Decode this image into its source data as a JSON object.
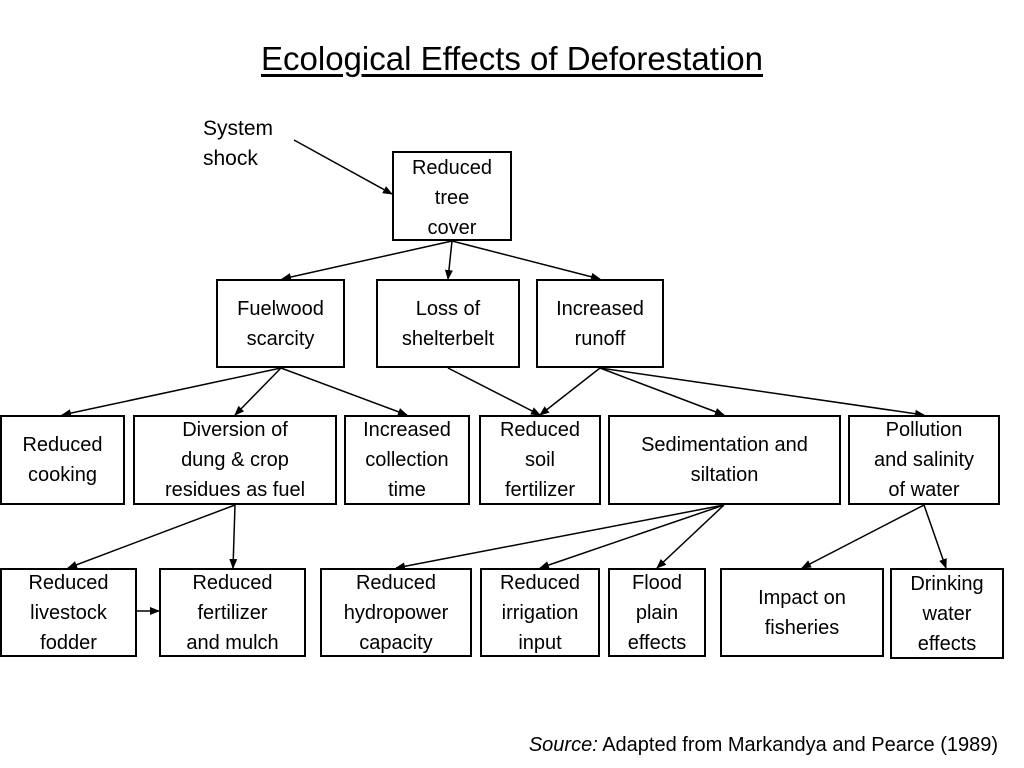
{
  "title": "Ecological Effects of Deforestation",
  "annotation": "System\nshock",
  "nodes": {
    "tree_cover": "Reduced\ntree\ncover",
    "fuelwood": "Fuelwood\nscarcity",
    "shelterbelt": "Loss of\nshelterbelt",
    "runoff": "Increased\nrunoff",
    "cooking": "Reduced\ncooking",
    "diversion": "Diversion of\ndung  & crop\nresidues  as fuel",
    "collection": "Increased\ncollection\ntime",
    "soil": "Reduced\nsoil\nfertilizer",
    "sedimentation": "Sedimentation and\nsiltation",
    "pollution": "Pollution\nand salinity\nof water",
    "livestock": "Reduced\nlivestock\nfodder",
    "fertilizer": "Reduced\nfertilizer\nand mulch",
    "hydropower": "Reduced\nhydropower\ncapacity",
    "irrigation": "Reduced\nirrigation\ninput",
    "flood": "Flood\nplain\neffects",
    "fisheries": "Impact on\nfisheries",
    "drinking": "Drinking\nwater\neffects"
  },
  "source": {
    "label": "Source:",
    "text": " Adapted from Markandya and Pearce (1989)"
  }
}
